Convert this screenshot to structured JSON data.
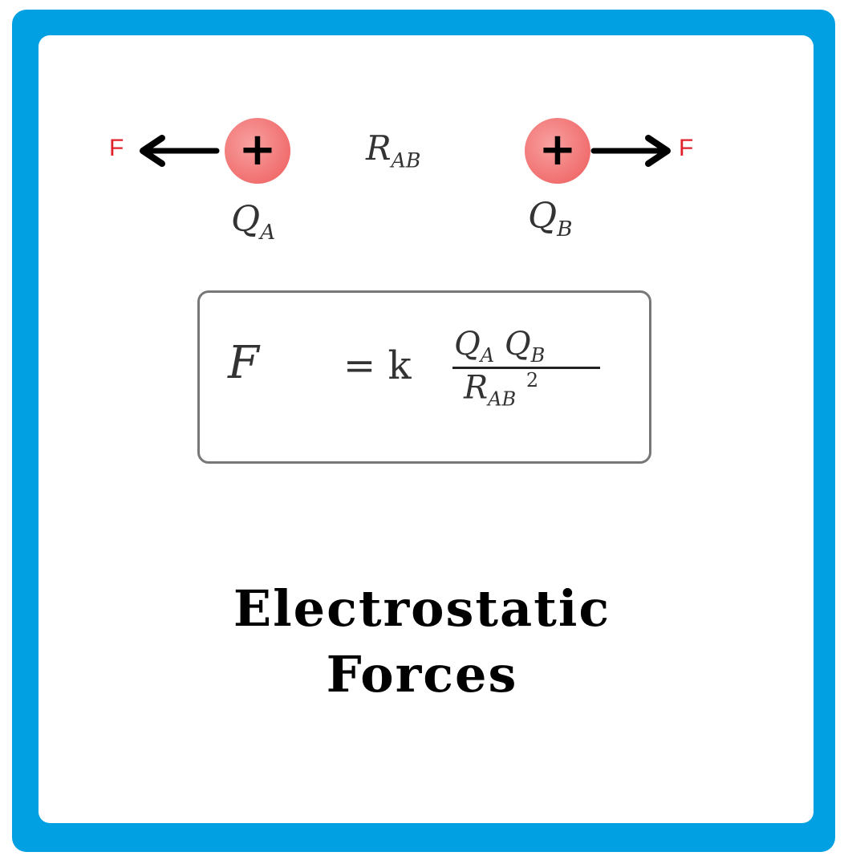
{
  "diagram": {
    "force_label_left": "F",
    "force_label_right": "F",
    "charge_a_sign": "+",
    "charge_b_sign": "+",
    "charge_a_label": "Q",
    "charge_a_sub": "A",
    "charge_b_label": "Q",
    "charge_b_sub": "B",
    "distance_label": "R",
    "distance_sub": "AB",
    "charge_color": "#ee5a5a",
    "force_color": "#e0202a"
  },
  "formula": {
    "lhs": "F",
    "eq": "= k",
    "num_q1": "Q",
    "num_q1_sub": "A",
    "num_q2": "Q",
    "num_q2_sub": "B",
    "den": "R",
    "den_sub": "AB",
    "den_exp": "2"
  },
  "title": {
    "line1": "Electrostatic",
    "line2": "Forces"
  },
  "frame_color": "#00a0e3"
}
